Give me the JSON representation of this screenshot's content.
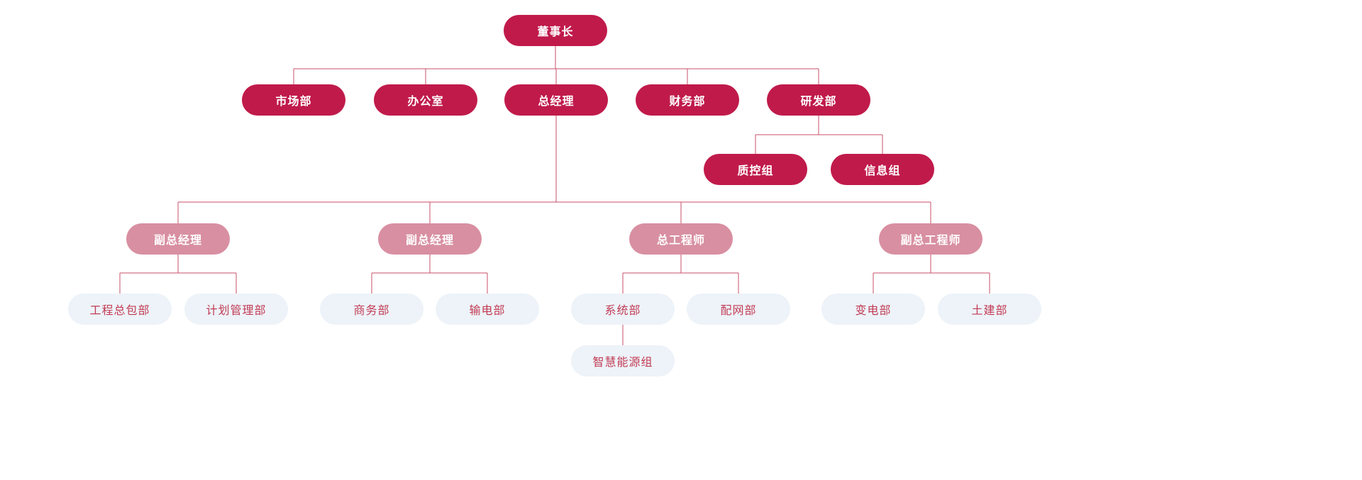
{
  "diagram": {
    "type": "org-chart",
    "colors": {
      "primary_node": "#C01A4B",
      "secondary_node": "#D88FA1",
      "tertiary_node_bg": "#EDF3F8",
      "tertiary_node_text": "#C23B55",
      "connector": "#C94F6A",
      "node_text": "#FFFFFF",
      "background": "#FFFFFF"
    },
    "nodes": {
      "chairman": {
        "label": "董事长"
      },
      "marketing": {
        "label": "市场部"
      },
      "office": {
        "label": "办公室"
      },
      "general_manager": {
        "label": "总经理"
      },
      "finance": {
        "label": "财务部"
      },
      "rnd": {
        "label": "研发部"
      },
      "quality_control": {
        "label": "质控组"
      },
      "information": {
        "label": "信息组"
      },
      "deputy_gm_1": {
        "label": "副总经理"
      },
      "deputy_gm_2": {
        "label": "副总经理"
      },
      "chief_engineer": {
        "label": "总工程师"
      },
      "deputy_chief_engineer": {
        "label": "副总工程师"
      },
      "epc": {
        "label": "工程总包部"
      },
      "planning": {
        "label": "计划管理部"
      },
      "commerce": {
        "label": "商务部"
      },
      "transmission": {
        "label": "输电部"
      },
      "system": {
        "label": "系统部"
      },
      "distribution": {
        "label": "配网部"
      },
      "substation": {
        "label": "变电部"
      },
      "civil": {
        "label": "土建部"
      },
      "smart_energy": {
        "label": "智慧能源组"
      }
    },
    "hierarchy": [
      {
        "parent": "chairman",
        "children": [
          "marketing",
          "office",
          "general_manager",
          "finance",
          "rnd"
        ]
      },
      {
        "parent": "rnd",
        "children": [
          "quality_control",
          "information"
        ]
      },
      {
        "parent": "general_manager",
        "children": [
          "deputy_gm_1",
          "deputy_gm_2",
          "chief_engineer",
          "deputy_chief_engineer"
        ]
      },
      {
        "parent": "deputy_gm_1",
        "children": [
          "epc",
          "planning"
        ]
      },
      {
        "parent": "deputy_gm_2",
        "children": [
          "commerce",
          "transmission"
        ]
      },
      {
        "parent": "chief_engineer",
        "children": [
          "system",
          "distribution"
        ]
      },
      {
        "parent": "deputy_chief_engineer",
        "children": [
          "substation",
          "civil"
        ]
      },
      {
        "parent": "system",
        "children": [
          "smart_energy"
        ]
      }
    ]
  }
}
